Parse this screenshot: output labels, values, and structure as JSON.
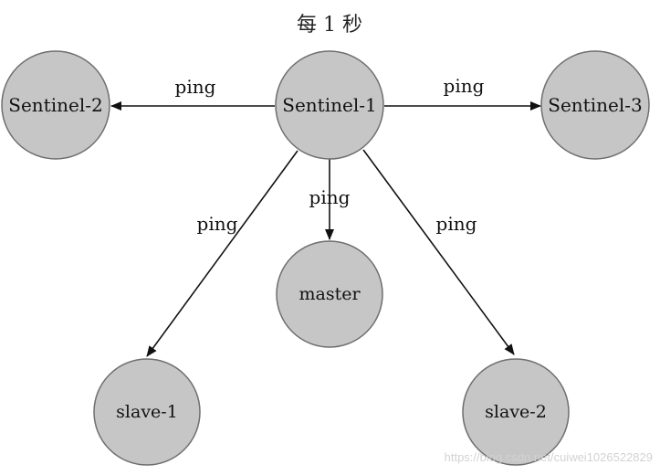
{
  "title": "每 1 秒",
  "nodes": [
    {
      "id": "sentinel-1",
      "label": "Sentinel-1"
    },
    {
      "id": "sentinel-2",
      "label": "Sentinel-2"
    },
    {
      "id": "sentinel-3",
      "label": "Sentinel-3"
    },
    {
      "id": "master",
      "label": "master"
    },
    {
      "id": "slave-1",
      "label": "slave-1"
    },
    {
      "id": "slave-2",
      "label": "slave-2"
    }
  ],
  "edges": [
    {
      "from": "sentinel-1",
      "to": "sentinel-2",
      "label": "ping"
    },
    {
      "from": "sentinel-1",
      "to": "sentinel-3",
      "label": "ping"
    },
    {
      "from": "sentinel-1",
      "to": "master",
      "label": "ping"
    },
    {
      "from": "sentinel-1",
      "to": "slave-1",
      "label": "ping"
    },
    {
      "from": "sentinel-1",
      "to": "slave-2",
      "label": "ping"
    }
  ],
  "watermark": "https://blog.csdn.net/cuiwei1026522829",
  "colors": {
    "node_fill": "#c6c6c6",
    "node_stroke": "#6e6e6e",
    "arrow": "#111111"
  }
}
